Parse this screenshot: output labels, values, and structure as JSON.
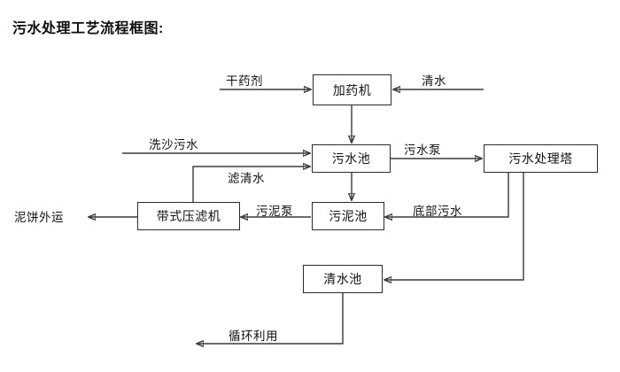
{
  "title": "污水处理工艺流程框图:",
  "nodes": {
    "dosing_machine": "加药机",
    "sewage_pool": "污水池",
    "sewage_treatment_tower": "污水处理塔",
    "belt_filter_press": "带式压滤机",
    "sludge_pool": "污泥池",
    "clean_water_pool": "清水池"
  },
  "edge_labels": {
    "dry_agent": "干药剂",
    "clean_water_in": "清水",
    "sand_washing_sewage": "洗沙污水",
    "filtered_clear_water": "滤清水",
    "sewage_pump": "污水泵",
    "sludge_pump": "污泥泵",
    "bottom_sewage": "底部污水",
    "mud_cake_transport": "泥饼外运",
    "recycling_use": "循环利用"
  },
  "flow_edges": [
    {
      "from": "干药剂",
      "to": "加药机",
      "label": "干药剂"
    },
    {
      "from": "清水",
      "to": "加药机",
      "label": "清水"
    },
    {
      "from": "加药机",
      "to": "污水池",
      "label": ""
    },
    {
      "from": "洗沙污水",
      "to": "污水池",
      "label": "洗沙污水"
    },
    {
      "from": "带式压滤机",
      "to": "污水池",
      "label": "滤清水"
    },
    {
      "from": "污水池",
      "to": "污水处理塔",
      "label": "污水泵"
    },
    {
      "from": "污水池",
      "to": "污泥池",
      "label": ""
    },
    {
      "from": "污泥池",
      "to": "带式压滤机",
      "label": "污泥泵"
    },
    {
      "from": "带式压滤机",
      "to": "泥饼外运",
      "label": "泥饼外运"
    },
    {
      "from": "污水处理塔",
      "to": "污泥池",
      "label": "底部污水"
    },
    {
      "from": "污水处理塔",
      "to": "清水池",
      "label": ""
    },
    {
      "from": "清水池",
      "to": "循环利用",
      "label": "循环利用"
    }
  ],
  "colors": {
    "line": "#3a3a3a",
    "box_border": "#2b2b2b",
    "text": "#111111",
    "background": "#ffffff"
  }
}
